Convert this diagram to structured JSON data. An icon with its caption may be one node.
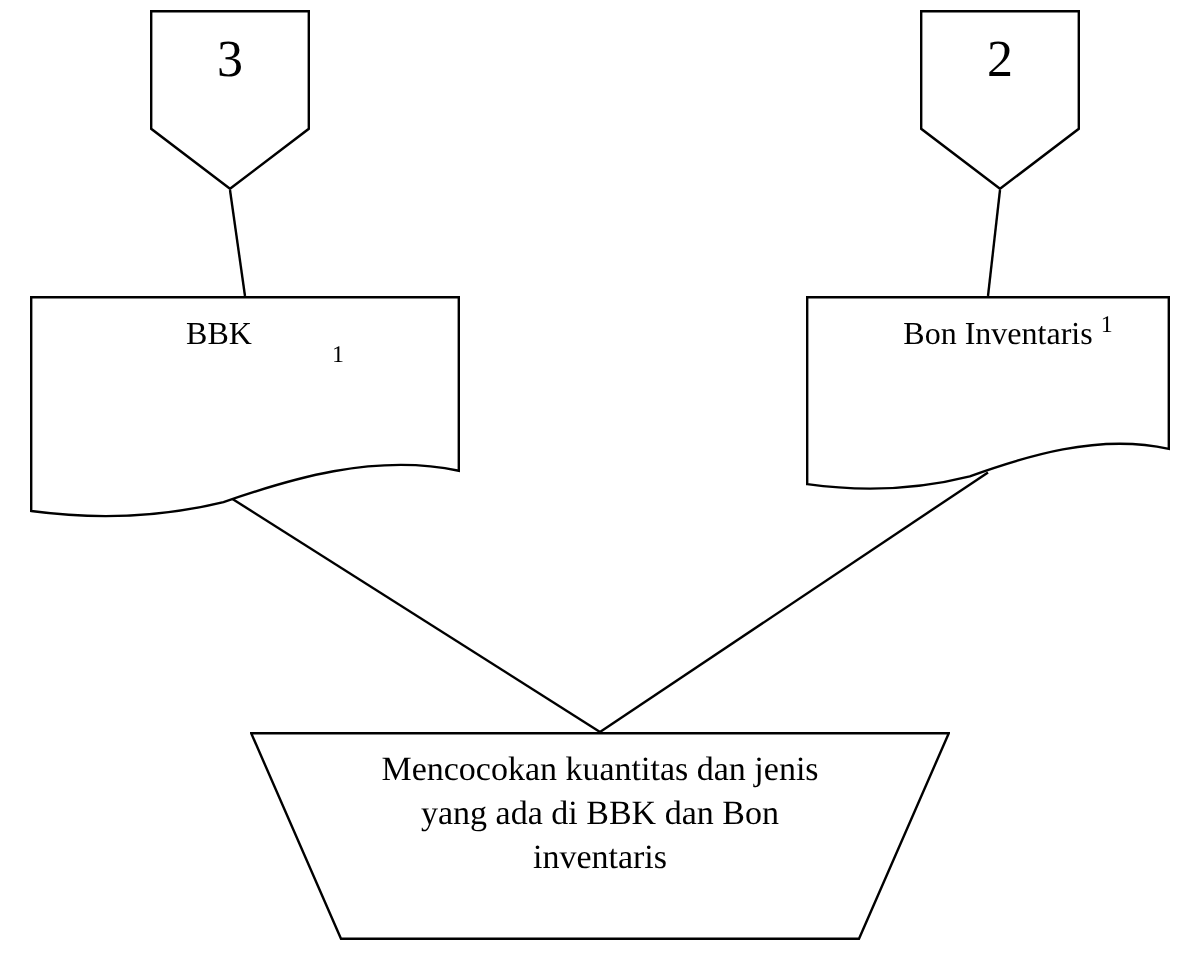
{
  "diagram": {
    "nodes": [
      {
        "text": [
          "3"
        ]
      },
      {
        "text": [
          "2"
        ]
      },
      {
        "text": [
          "BBK",
          "1"
        ]
      },
      {
        "text": [
          "Bon Inventaris $^{1}$"
        ]
      },
      {
        "text": [
          "Mencocokan kuantitas dan jenis yang ada di BBK dan Bon inventaris"
        ]
      }
    ],
    "edges": [
      {
        "from": 0,
        "to": 2,
        "arrow": "none"
      },
      {
        "from": 1,
        "to": 3,
        "arrow": "none"
      },
      {
        "from": 2,
        "to": 4,
        "arrow": "none"
      },
      {
        "from": 3,
        "to": 4,
        "arrow": "none"
      }
    ]
  }
}
